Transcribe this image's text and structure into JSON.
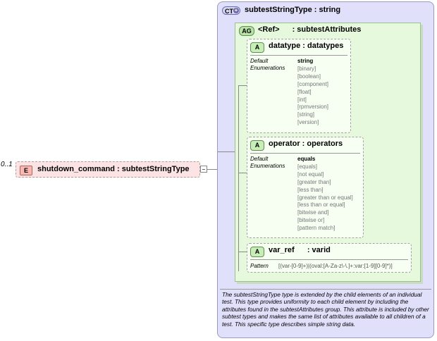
{
  "element": {
    "occurrence": "0..1",
    "badge": "E",
    "name": "shutdown_command : subtestStringType"
  },
  "complex_type": {
    "badge": "CT",
    "title": "subtestStringType : string",
    "documentation": "The subtestStringType type is extended by the child elements of an individual test.  This type provides uniformity to each child element by including the attributes found in the subtestAttributes group.  This attribute is included by other subtest types and makes the same list of attributes available to all children of a test.  This specific type describes simple string data."
  },
  "attribute_group": {
    "badge": "AG",
    "ref_label": "<Ref>",
    "name": ": subtestAttributes"
  },
  "attributes": [
    {
      "badge": "A",
      "title": "datatype : datatypes",
      "default_label": "Default",
      "enum_label": "Enumerations",
      "default_value": "string",
      "enumerations": [
        "[binary]",
        "[boolean]",
        "[component]",
        "[float]",
        "[int]",
        "[rpmversion]",
        "[string]",
        "[version]"
      ]
    },
    {
      "badge": "A",
      "title": "operator : operators",
      "default_label": "Default",
      "enum_label": "Enumerations",
      "default_value": "equals",
      "enumerations": [
        "[equals]",
        "[not equal]",
        "[greater than]",
        "[less than]",
        "[greater than or equal]",
        "[less than or equal]",
        "[bitwise and]",
        "[bitwise or]",
        "[pattern match]"
      ]
    },
    {
      "badge": "A",
      "title_name": "var_ref",
      "title_type": ": varid",
      "pattern_label": "Pattern",
      "pattern_value": "[(var-[0-9]+)|(oval:[A-Za-z\\-\\.]+:var:[1-9][0-9]*)]"
    }
  ]
}
